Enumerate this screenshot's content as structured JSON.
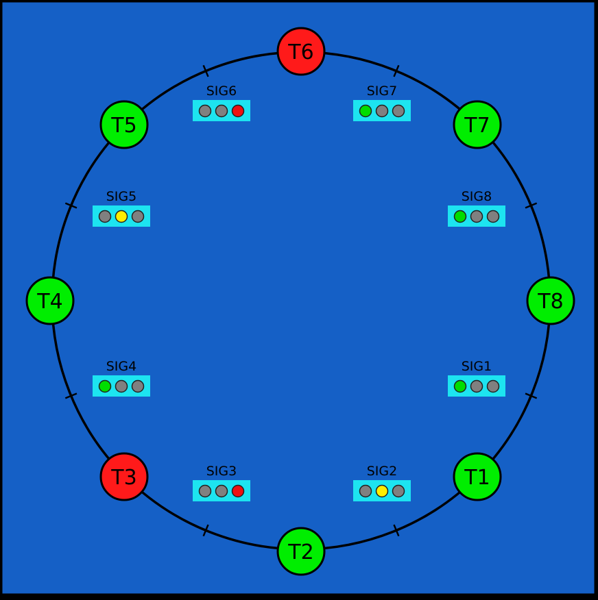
{
  "colors": {
    "background": "#1560c6",
    "border": "#000000",
    "track": "#000000",
    "train_clear": "#00ee00",
    "train_occupied": "#ff1a1a",
    "signal_panel": "#1de4f0",
    "lamp_off": "#808080",
    "lamp_green": "#00dd00",
    "lamp_yellow": "#ffee00",
    "lamp_red": "#ee1111"
  },
  "trains": [
    {
      "label": "T1",
      "state": "clear"
    },
    {
      "label": "T2",
      "state": "clear"
    },
    {
      "label": "T3",
      "state": "occupied"
    },
    {
      "label": "T4",
      "state": "clear"
    },
    {
      "label": "T5",
      "state": "clear"
    },
    {
      "label": "T6",
      "state": "occupied"
    },
    {
      "label": "T7",
      "state": "clear"
    },
    {
      "label": "T8",
      "state": "clear"
    }
  ],
  "signals": [
    {
      "label": "SIG1",
      "aspect": "green"
    },
    {
      "label": "SIG2",
      "aspect": "yellow"
    },
    {
      "label": "SIG3",
      "aspect": "red"
    },
    {
      "label": "SIG4",
      "aspect": "green"
    },
    {
      "label": "SIG5",
      "aspect": "yellow"
    },
    {
      "label": "SIG6",
      "aspect": "red"
    },
    {
      "label": "SIG7",
      "aspect": "green"
    },
    {
      "label": "SIG8",
      "aspect": "green"
    }
  ]
}
